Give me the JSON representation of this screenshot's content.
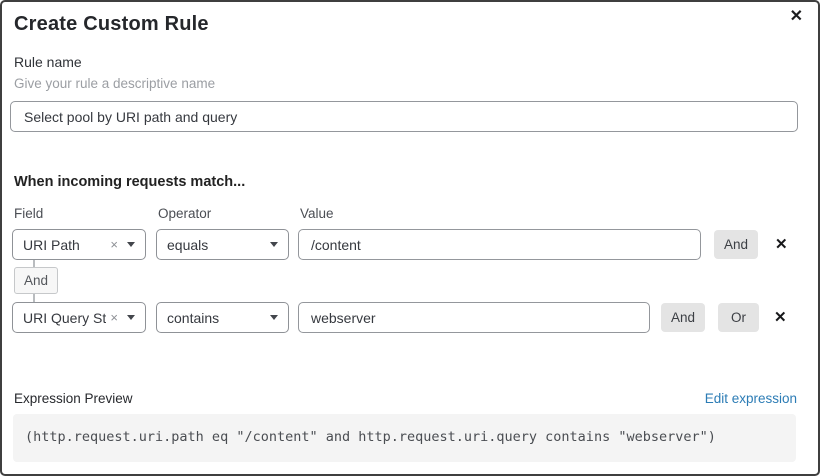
{
  "dialog": {
    "title": "Create Custom Rule"
  },
  "icons": {
    "close": "✕",
    "clear_tag": "×",
    "delete_row": "✕"
  },
  "rule_name": {
    "label": "Rule name",
    "helper": "Give your rule a descriptive name",
    "value": "Select pool by URI path and query"
  },
  "match": {
    "heading": "When incoming requests match...",
    "columns": {
      "field": "Field",
      "operator": "Operator",
      "value": "Value"
    },
    "connector_label": "And",
    "rows": [
      {
        "field": "URI Path",
        "operator": "equals",
        "value": "/content",
        "buttons": [
          "And"
        ]
      },
      {
        "field": "URI Query St...",
        "operator": "contains",
        "value": "webserver",
        "buttons": [
          "And",
          "Or"
        ]
      }
    ]
  },
  "expression": {
    "label": "Expression Preview",
    "edit_link": "Edit expression",
    "code": "(http.request.uri.path eq \"/content\" and http.request.uri.query contains \"webserver\")"
  },
  "colors": {
    "dialog_border": "#3f3f3f",
    "input_border": "#94979c",
    "gray_button_bg": "#e4e4e4",
    "connector_pill_bg": "#f7f7f7",
    "code_block_bg": "#f4f4f4",
    "link_blue": "#2c7cb5",
    "helper_gray": "#9b9ea3"
  }
}
